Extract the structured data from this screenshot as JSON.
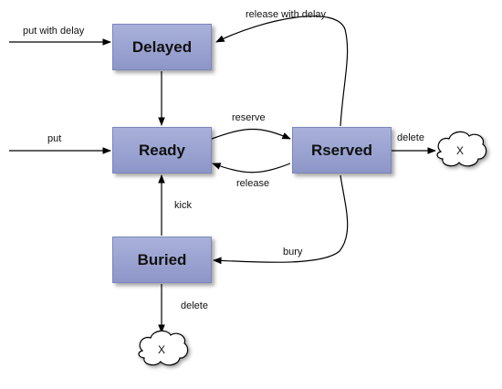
{
  "states": {
    "delayed": "Delayed",
    "ready": "Ready",
    "reserved": "Rserved",
    "buried": "Buried"
  },
  "transitions": {
    "put_with_delay": "put with delay",
    "put": "put",
    "reserve": "reserve",
    "release": "release",
    "release_with_delay": "release with delay",
    "delete_reserved": "delete",
    "bury": "bury",
    "kick": "kick",
    "delete_buried": "delete"
  },
  "terminals": {
    "right": "X",
    "bottom": "X"
  },
  "colors": {
    "node_fill": "#9aa3d1",
    "line": "#000000"
  }
}
